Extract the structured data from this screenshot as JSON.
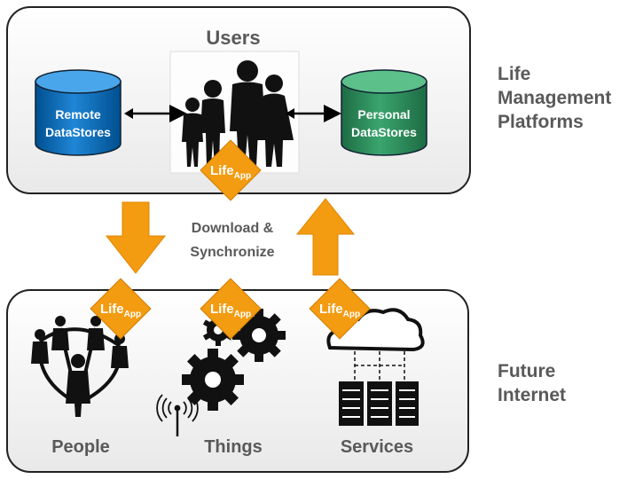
{
  "top_panel": {
    "title": "Users",
    "remote_store": {
      "line1": "Remote",
      "line2": "DataStores",
      "color": "#0070c0"
    },
    "personal_store": {
      "line1": "Personal",
      "line2": "DataStores",
      "color": "#2e8b57"
    }
  },
  "lifeapp": {
    "main": "Life",
    "sub": "App",
    "color": "#f39c12"
  },
  "middle": {
    "line1": "Download &",
    "line2": "Synchronize",
    "arrow_color": "#f39c12"
  },
  "bottom_panel": {
    "people_label": "People",
    "things_label": "Things",
    "services_label": "Services"
  },
  "side_labels": {
    "top": [
      "Life",
      "Management",
      "Platforms"
    ],
    "bottom": [
      "Future",
      "Internet"
    ]
  },
  "colors": {
    "text_gray": "#595959",
    "icon_dark": "#1a1a1a"
  }
}
